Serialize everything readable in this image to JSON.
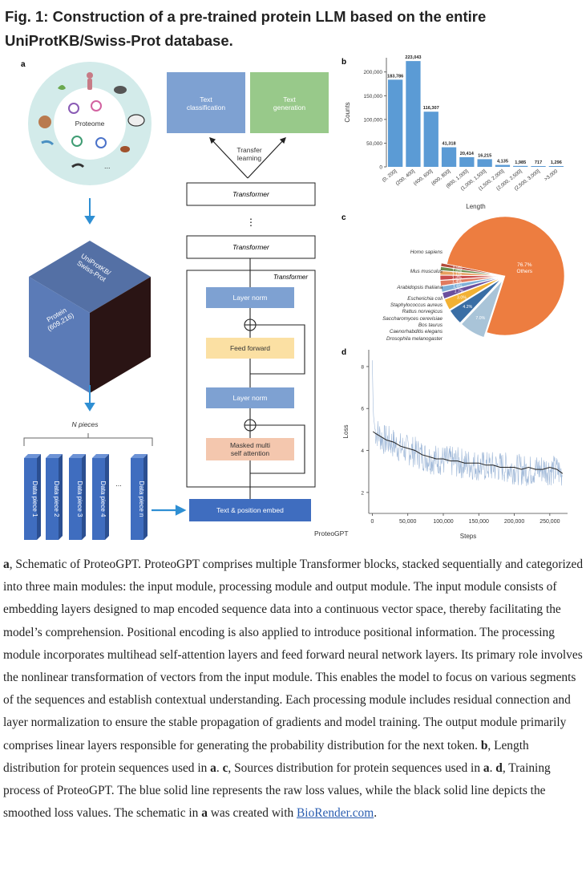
{
  "figure": {
    "title": "Fig. 1: Construction of a pre-trained protein LLM based on the entire UniProtKB/Swiss-Prot database."
  },
  "panel_a": {
    "letter": "a",
    "proteome_label": "Proteome",
    "ellipsis": "...",
    "cube_top": "UniProtKB/\nSwiss-Prot",
    "cube_side": "Protein\n(609,216)",
    "n_pieces": "N pieces",
    "data_pieces": [
      "Data piece 1",
      "Data piece 2",
      "Data piece 3",
      "Data piece 4",
      "...",
      "Data piece n"
    ],
    "embed": "Text & position embed",
    "masked_attention": "Masked multi\nself attention",
    "layer_norm": "Layer norm",
    "feed_forward": "Feed forward",
    "transformer_block_label": "Transformer",
    "transformer": "Transformer",
    "vdots": "⋮",
    "transfer_learning": "Transfer\nlearning",
    "text_classification": "Text\nclassification",
    "text_generation": "Text\ngeneration",
    "model_name": "ProteoGPT"
  },
  "chart_data": [
    {
      "panel": "b",
      "type": "bar",
      "categories": [
        "(0, 200]",
        "(200, 400]",
        "(400, 600]",
        "(600, 800]",
        "(800, 1,000]",
        "(1,000, 1,500]",
        "(1,500, 2,000]",
        "(2,000, 2,500]",
        "(2,500, 3,000]",
        ">3,000"
      ],
      "values": [
        183786,
        223043,
        116307,
        41318,
        20414,
        16215,
        4135,
        1985,
        717,
        1296
      ],
      "value_labels": [
        "183,786",
        "223,043",
        "116,307",
        "41,318",
        "20,414",
        "16,215",
        "4,135",
        "1,985",
        "717",
        "1,296"
      ],
      "xlabel": "Length",
      "ylabel": "Counts",
      "yticks": [
        "0",
        "50,000",
        "100,000",
        "150,000",
        "200,000"
      ],
      "ytick_values": [
        0,
        50000,
        100000,
        150000,
        200000
      ],
      "ylim": [
        0,
        230000
      ],
      "color": "#5b9bd5"
    },
    {
      "panel": "c",
      "type": "pie",
      "slices": [
        {
          "label": "Others",
          "percent_label": "76.7%",
          "value": 76.7,
          "color": "#ed7d40"
        },
        {
          "label": "Homo sapiens",
          "percent_label": "7.0%",
          "value": 7.0,
          "color": "#a9c4d8"
        },
        {
          "label": "Mus musculus",
          "percent_label": "4.2%",
          "value": 4.2,
          "color": "#3a6ea5"
        },
        {
          "label": "Arabidopsis thaliana",
          "percent_label": "3.0%",
          "value": 3.0,
          "color": "#f2b134"
        },
        {
          "label": "Escherichia coli",
          "percent_label": "1.7%",
          "value": 1.7,
          "color": "#6a4f9e"
        },
        {
          "label": "Staphylococcus aureus",
          "percent_label": "1.6%",
          "value": 1.6,
          "color": "#7fb0d8"
        },
        {
          "label": "Rattus norvegicus",
          "percent_label": "1.4%",
          "value": 1.4,
          "color": "#e07a5f"
        },
        {
          "label": "Saccharomyces cerevisiae",
          "percent_label": "1.3%",
          "value": 1.3,
          "color": "#c94c4c"
        },
        {
          "label": "Bos taurus",
          "percent_label": "1.1%",
          "value": 1.1,
          "color": "#e8a060"
        },
        {
          "label": "Caenorhabditis elegans",
          "percent_label": "1.0%",
          "value": 1.0,
          "color": "#6b8e4e"
        },
        {
          "label": "Drosophila melanogaster",
          "percent_label": "0.9%",
          "value": 0.9,
          "color": "#b54a3a"
        }
      ]
    },
    {
      "panel": "d",
      "type": "line",
      "xlabel": "Steps",
      "ylabel": "Loss",
      "xticks": [
        "0",
        "50,000",
        "100,000",
        "150,000",
        "200,000",
        "250,000"
      ],
      "xtick_values": [
        0,
        50000,
        100000,
        150000,
        200000,
        250000
      ],
      "yticks": [
        "2",
        "4",
        "6",
        "8"
      ],
      "ytick_values": [
        2,
        4,
        6,
        8
      ],
      "xlim": [
        -5000,
        275000
      ],
      "ylim": [
        1.0,
        8.8
      ],
      "series": [
        {
          "role": "raw",
          "color": "#9fb8d8",
          "x": [
            0,
            1000,
            2000,
            4000,
            8000,
            15000,
            25000,
            40000,
            60000,
            80000,
            100000,
            120000,
            140000,
            160000,
            180000,
            200000,
            220000,
            240000,
            260000,
            268000
          ],
          "y": [
            8.3,
            6.2,
            5.5,
            5.0,
            4.9,
            4.6,
            4.5,
            4.2,
            4.0,
            3.7,
            3.6,
            3.5,
            3.4,
            3.3,
            3.3,
            3.2,
            3.1,
            3.2,
            3.1,
            3.0
          ]
        },
        {
          "role": "smoothed",
          "color": "#222222",
          "x": [
            1000,
            5000,
            10000,
            20000,
            30000,
            40000,
            50000,
            60000,
            70000,
            80000,
            90000,
            100000,
            110000,
            120000,
            130000,
            140000,
            150000,
            160000,
            170000,
            180000,
            190000,
            200000,
            210000,
            220000,
            230000,
            240000,
            250000,
            260000,
            268000
          ],
          "y": [
            4.9,
            4.8,
            4.7,
            4.5,
            4.4,
            4.2,
            4.1,
            4.0,
            3.8,
            3.7,
            3.6,
            3.6,
            3.5,
            3.5,
            3.4,
            3.4,
            3.4,
            3.3,
            3.3,
            3.2,
            3.2,
            3.2,
            3.1,
            3.2,
            3.1,
            3.1,
            3.2,
            3.1,
            2.9
          ]
        }
      ]
    }
  ],
  "caption": {
    "p1_letter": "a",
    "p1_text": ", Schematic of ProteoGPT. ProteoGPT comprises multiple Transformer blocks, stacked sequentially and categorized into three main modules: the input module, processing module and output module. The input module consists of embedding layers designed to map encoded sequence data into a continuous vector space, thereby facilitating the model’s comprehension. Positional encoding is also applied to introduce positional information. The processing module incorporates multihead self-attention layers and feed forward neural network layers. Its primary role involves the nonlinear transformation of vectors from the input module. This enables the model to focus on various segments of the sequences and establish contextual understanding. Each processing module includes residual connection and layer normalization to ensure the stable propagation of gradients and model training. The output module primarily comprises linear layers responsible for generating the probability distribution for the next token. ",
    "b_letter": "b",
    "b_text": ", Length distribution for protein sequences used in ",
    "b_ref": "a",
    "b_end": ". ",
    "c_letter": "c",
    "c_text": ", Sources distribution for protein sequences used in ",
    "c_ref": "a",
    "c_end": ". ",
    "d_letter": "d",
    "d_text": ", Training process of ProteoGPT. The blue solid line represents the raw loss values, while the black solid line depicts the smoothed loss values. The schematic in ",
    "d_ref": "a",
    "d_tail": " was created with ",
    "link": "BioRender.com",
    "end": "."
  }
}
